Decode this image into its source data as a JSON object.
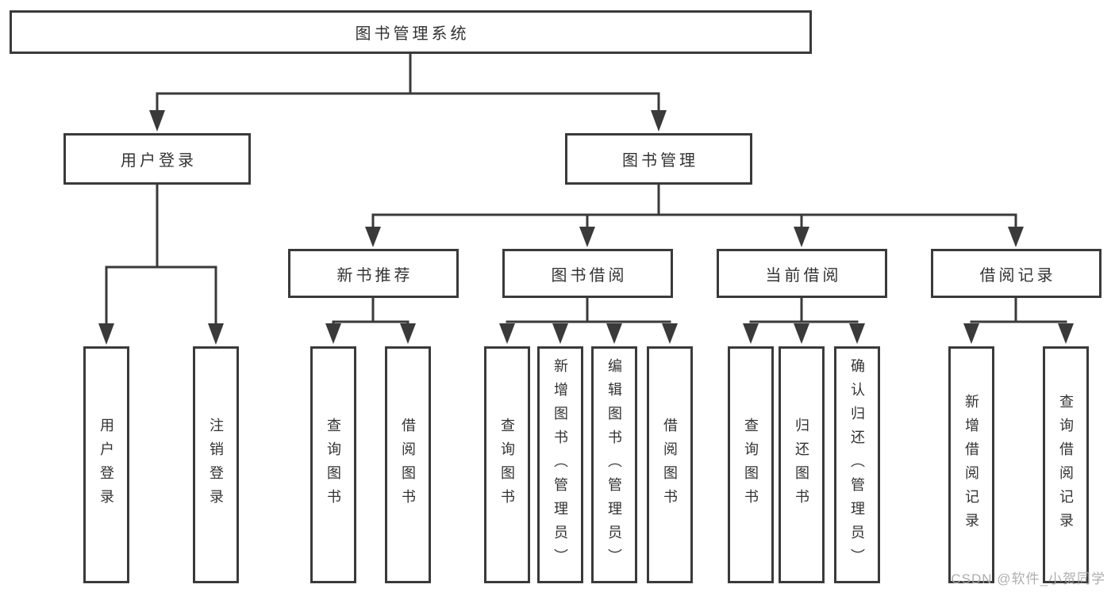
{
  "diagram": {
    "root": {
      "label": "图书管理系统"
    },
    "branches": [
      {
        "label": "用户登录",
        "children": [
          {
            "label": "用户登录"
          },
          {
            "label": "注销登录"
          }
        ]
      },
      {
        "label": "图书管理",
        "children": [
          {
            "label": "新书推荐",
            "children": [
              {
                "label": "查询图书"
              },
              {
                "label": "借阅图书"
              }
            ]
          },
          {
            "label": "图书借阅",
            "children": [
              {
                "label": "查询图书"
              },
              {
                "label": "新增图书（管理员）"
              },
              {
                "label": "编辑图书（管理员）"
              },
              {
                "label": "借阅图书"
              }
            ]
          },
          {
            "label": "当前借阅",
            "children": [
              {
                "label": "查询图书"
              },
              {
                "label": "归还图书"
              },
              {
                "label": "确认归还（管理员）"
              }
            ]
          },
          {
            "label": "借阅记录",
            "children": [
              {
                "label": "新增借阅记录"
              },
              {
                "label": "查询借阅记录"
              }
            ]
          }
        ]
      }
    ]
  },
  "watermark": {
    "text": "CSDN @软件_小贺同学"
  },
  "colors": {
    "line": "#3a3a3a",
    "text": "#333333",
    "box_background": "#ffffff",
    "watermark": "#a5a5a5"
  }
}
